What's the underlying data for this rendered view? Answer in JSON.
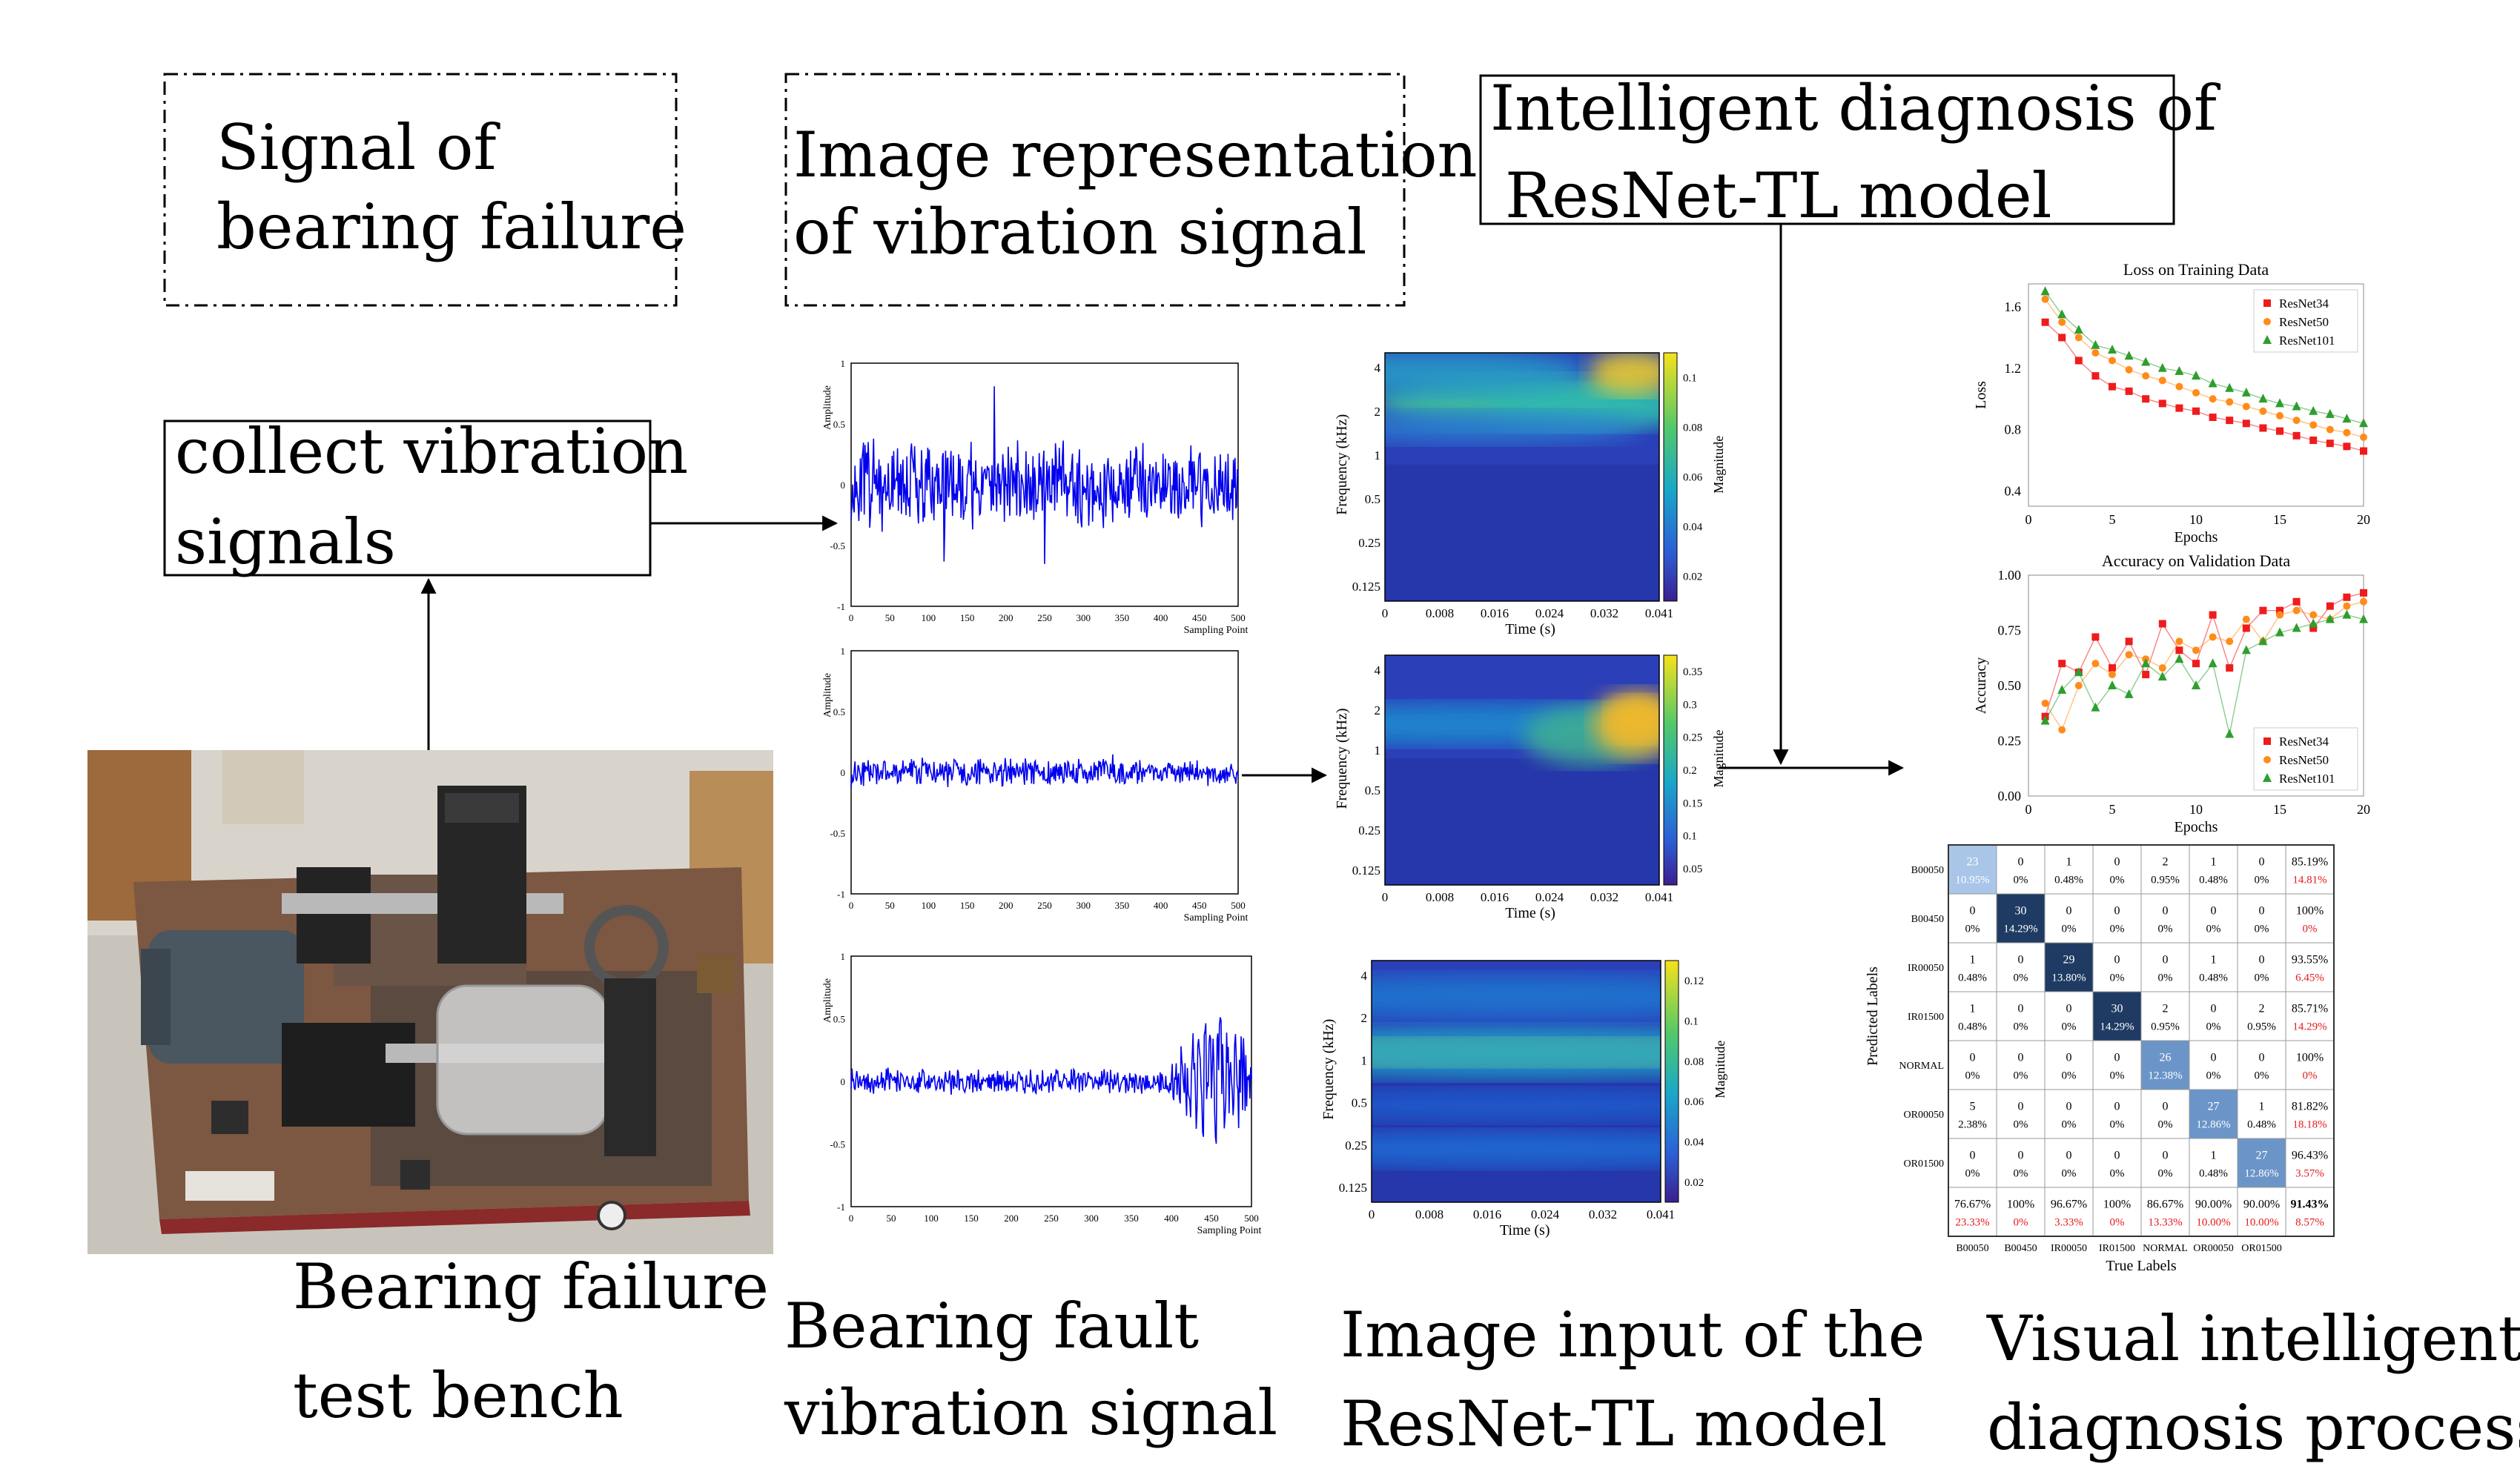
{
  "labels": {
    "signal_box_l1": "Signal of",
    "signal_box_l2": "bearing failure",
    "image_rep_l1": "Image representation",
    "image_rep_l2": "of vibration signal",
    "intel_l1": "Intelligent diagnosis of",
    "intel_l2": "ResNet-TL model",
    "collect_l1": "collect vibration",
    "collect_l2": "signals",
    "bench_l1": "Bearing failure",
    "bench_l2": "test bench",
    "vib_l1": "Bearing fault",
    "vib_l2": "vibration signal",
    "input_l1": "Image input of the",
    "input_l2": "ResNet-TL model",
    "visual_l1": "Visual intelligent",
    "visual_l2": "diagnosis process"
  },
  "waveforms": {
    "ylabel": "Amplitude",
    "xlabel": "Sampling Point",
    "yticks": [
      "1",
      "0.5",
      "0",
      "-0.5",
      "-1"
    ],
    "xticks": [
      "0",
      "50",
      "100",
      "150",
      "200",
      "250",
      "300",
      "350",
      "400",
      "450",
      "500"
    ]
  },
  "scalograms": {
    "ylabel": "Frequency (kHz)",
    "xlabel": "Time (s)",
    "cbar_label": "Magnitude",
    "yticks": [
      "4",
      "2",
      "1",
      "0.5",
      "0.25",
      "0.125"
    ],
    "xticks": [
      "0",
      "0.008",
      "0.016",
      "0.024",
      "0.032",
      "0.041"
    ],
    "cbar_ticks": [
      [
        "0.1",
        "0.08",
        "0.06",
        "0.04",
        "0.02"
      ],
      [
        "0.35",
        "0.3",
        "0.25",
        "0.2",
        "0.15",
        "0.1",
        "0.05"
      ],
      [
        "0.12",
        "0.1",
        "0.08",
        "0.06",
        "0.04",
        "0.02"
      ]
    ]
  },
  "colors": {
    "wave": "#0000ee",
    "resnet34": "#ee1c1c",
    "resnet50": "#ff8c1a",
    "resnet101": "#2e9e2e",
    "cm_dark": "#1f3b63",
    "cm_light": "#a9c6e8",
    "pct_red": "#e31a1c"
  },
  "chart_data": [
    {
      "type": "line",
      "title": "Loss on Training Data",
      "xlabel": "Epochs",
      "ylabel": "Loss",
      "xlim": [
        0,
        20
      ],
      "ylim": [
        0.3,
        1.75
      ],
      "xticks": [
        "0",
        "5",
        "10",
        "15",
        "20"
      ],
      "yticks": [
        "1.6",
        "1.2",
        "0.8",
        "0.4"
      ],
      "legend": "top-right",
      "x": [
        1,
        2,
        3,
        4,
        5,
        6,
        7,
        8,
        9,
        10,
        11,
        12,
        13,
        14,
        15,
        16,
        17,
        18,
        19,
        20
      ],
      "series": [
        {
          "name": "ResNet34",
          "values": [
            1.5,
            1.4,
            1.25,
            1.15,
            1.08,
            1.05,
            1.0,
            0.97,
            0.94,
            0.92,
            0.88,
            0.86,
            0.84,
            0.81,
            0.79,
            0.76,
            0.73,
            0.71,
            0.69,
            0.66
          ]
        },
        {
          "name": "ResNet50",
          "values": [
            1.65,
            1.5,
            1.4,
            1.3,
            1.25,
            1.19,
            1.15,
            1.12,
            1.08,
            1.04,
            1.0,
            0.98,
            0.95,
            0.92,
            0.89,
            0.86,
            0.83,
            0.8,
            0.78,
            0.75
          ]
        },
        {
          "name": "ResNet101",
          "values": [
            1.7,
            1.55,
            1.45,
            1.35,
            1.32,
            1.28,
            1.24,
            1.2,
            1.18,
            1.15,
            1.1,
            1.07,
            1.04,
            1.0,
            0.97,
            0.95,
            0.92,
            0.9,
            0.87,
            0.84
          ]
        }
      ]
    },
    {
      "type": "line",
      "title": "Accuracy on Validation Data",
      "xlabel": "Epochs",
      "ylabel": "Accuracy",
      "xlim": [
        0,
        20
      ],
      "ylim": [
        0,
        1
      ],
      "xticks": [
        "0",
        "5",
        "10",
        "15",
        "20"
      ],
      "yticks": [
        "1.00",
        "0.75",
        "0.50",
        "0.25",
        "0.00"
      ],
      "legend": "bottom-right",
      "x": [
        1,
        2,
        3,
        4,
        5,
        6,
        7,
        8,
        9,
        10,
        11,
        12,
        13,
        14,
        15,
        16,
        17,
        18,
        19,
        20
      ],
      "series": [
        {
          "name": "ResNet34",
          "values": [
            0.36,
            0.6,
            0.56,
            0.72,
            0.58,
            0.7,
            0.55,
            0.78,
            0.66,
            0.6,
            0.82,
            0.58,
            0.76,
            0.84,
            0.84,
            0.88,
            0.76,
            0.86,
            0.9,
            0.92
          ]
        },
        {
          "name": "ResNet50",
          "values": [
            0.42,
            0.3,
            0.5,
            0.6,
            0.55,
            0.64,
            0.62,
            0.58,
            0.7,
            0.66,
            0.72,
            0.7,
            0.8,
            0.7,
            0.82,
            0.84,
            0.82,
            0.8,
            0.86,
            0.88
          ]
        },
        {
          "name": "ResNet101",
          "values": [
            0.34,
            0.48,
            0.56,
            0.4,
            0.5,
            0.46,
            0.6,
            0.54,
            0.62,
            0.5,
            0.6,
            0.28,
            0.66,
            0.7,
            0.74,
            0.76,
            0.78,
            0.8,
            0.82,
            0.8
          ]
        }
      ]
    },
    {
      "type": "table",
      "xlabel": "True Labels",
      "ylabel": "Predicted Labels",
      "classes": [
        "B00050",
        "B00450",
        "IR00050",
        "IR01500",
        "NORMAL",
        "OR00050",
        "OR01500"
      ],
      "counts": [
        [
          23,
          0,
          1,
          0,
          2,
          1,
          0
        ],
        [
          0,
          30,
          0,
          0,
          0,
          0,
          0
        ],
        [
          1,
          0,
          29,
          0,
          0,
          1,
          0
        ],
        [
          1,
          0,
          0,
          30,
          2,
          0,
          2
        ],
        [
          0,
          0,
          0,
          0,
          26,
          0,
          0
        ],
        [
          5,
          0,
          0,
          0,
          0,
          27,
          1
        ],
        [
          0,
          0,
          0,
          0,
          0,
          1,
          27
        ]
      ],
      "percents": [
        [
          "10.95%",
          "0%",
          "0.48%",
          "0%",
          "0.95%",
          "0.48%",
          "0%"
        ],
        [
          "0%",
          "14.29%",
          "0%",
          "0%",
          "0%",
          "0%",
          "0%"
        ],
        [
          "0.48%",
          "0%",
          "13.80%",
          "0%",
          "0%",
          "0.48%",
          "0%"
        ],
        [
          "0.48%",
          "0%",
          "0%",
          "14.29%",
          "0.95%",
          "0%",
          "0.95%"
        ],
        [
          "0%",
          "0%",
          "0%",
          "0%",
          "12.38%",
          "0%",
          "0%"
        ],
        [
          "2.38%",
          "0%",
          "0%",
          "0%",
          "0%",
          "12.86%",
          "0.48%"
        ],
        [
          "0%",
          "0%",
          "0%",
          "0%",
          "0%",
          "0.48%",
          "12.86%"
        ]
      ],
      "row_summary": [
        [
          "85.19%",
          "14.81%"
        ],
        [
          "100%",
          "0%"
        ],
        [
          "93.55%",
          "6.45%"
        ],
        [
          "85.71%",
          "14.29%"
        ],
        [
          "100%",
          "0%"
        ],
        [
          "81.82%",
          "18.18%"
        ],
        [
          "96.43%",
          "3.57%"
        ]
      ],
      "col_summary": [
        [
          "76.67%",
          "23.33%"
        ],
        [
          "100%",
          "0%"
        ],
        [
          "96.67%",
          "3.33%"
        ],
        [
          "100%",
          "0%"
        ],
        [
          "86.67%",
          "13.33%"
        ],
        [
          "90.00%",
          "10.00%"
        ],
        [
          "90.00%",
          "10.00%"
        ]
      ],
      "overall": [
        "91.43%",
        "8.57%"
      ]
    }
  ]
}
